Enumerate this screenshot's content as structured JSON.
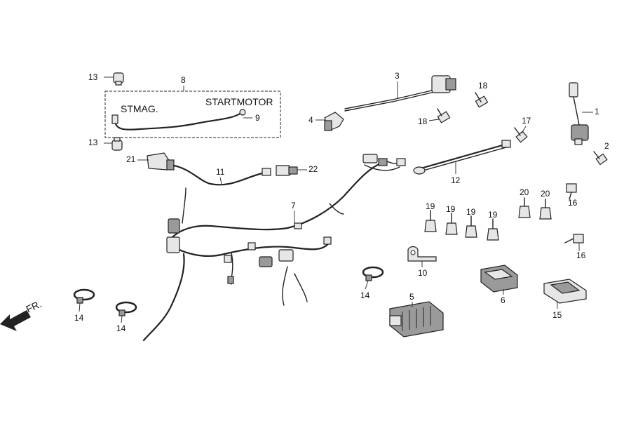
{
  "callouts": {
    "c1": "1",
    "c2": "2",
    "c3": "3",
    "c4": "4",
    "c5": "5",
    "c6": "6",
    "c7": "7",
    "c8": "8",
    "c9": "9",
    "c10": "10",
    "c11": "11",
    "c12": "12",
    "c13a": "13",
    "c13b": "13",
    "c14a": "14",
    "c14b": "14",
    "c14c": "14",
    "c15": "15",
    "c16a": "16",
    "c16b": "16",
    "c17": "17",
    "c18a": "18",
    "c18b": "18",
    "c19a": "19",
    "c19b": "19",
    "c19c": "19",
    "c19d": "19",
    "c20a": "20",
    "c20b": "20",
    "c21": "21",
    "c22": "22"
  },
  "labels": {
    "st_mag": "STMAG.",
    "start_motor": "STARTMOTOR",
    "front": "FR."
  }
}
